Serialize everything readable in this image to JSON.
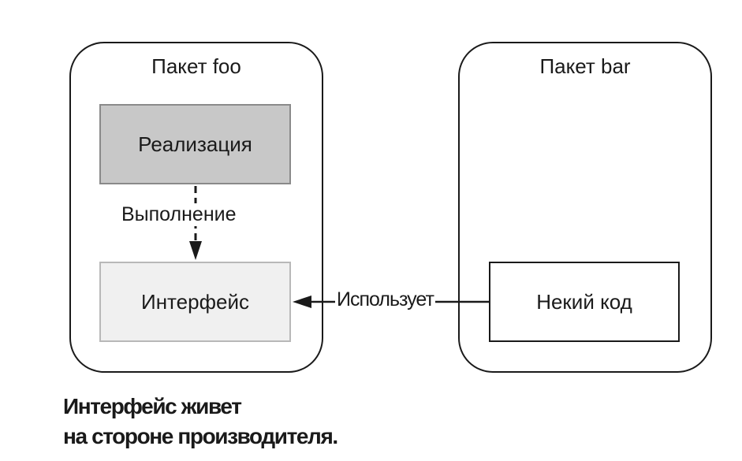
{
  "packages": {
    "foo": {
      "title": "Пакет foo"
    },
    "bar": {
      "title": "Пакет bar"
    }
  },
  "boxes": {
    "implementation": "Реализация",
    "interface": "Интерфейс",
    "some_code": "Некий код"
  },
  "edges": {
    "implements": "Выполнение",
    "uses": "Использует"
  },
  "caption": {
    "line1": "Интерфейс живет",
    "line2": "на стороне производителя."
  }
}
